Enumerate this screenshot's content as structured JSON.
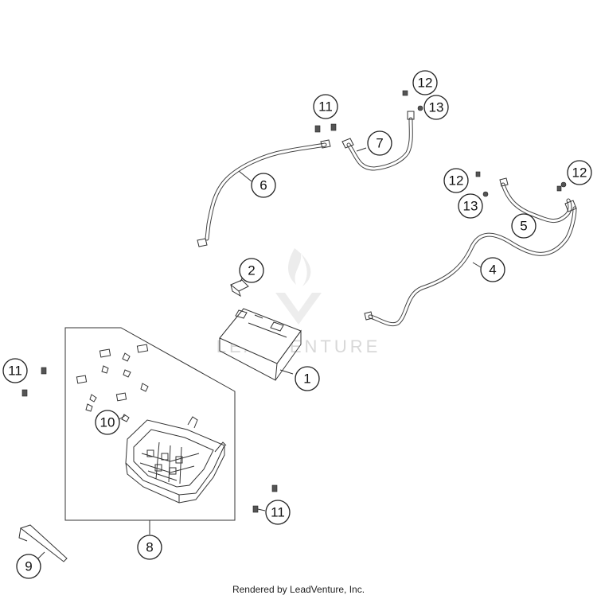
{
  "watermark": {
    "text": "LEADVENTURE"
  },
  "footer": {
    "text": "Rendered by LeadVenture, Inc."
  },
  "callouts": {
    "c1": "1",
    "c2": "2",
    "c4": "4",
    "c5": "5",
    "c6": "6",
    "c7": "7",
    "c8": "8",
    "c9": "9",
    "c10": "10",
    "c11a": "11",
    "c11b": "11",
    "c11c": "11",
    "c12a": "12",
    "c12b": "12",
    "c12c": "12",
    "c13a": "13",
    "c13b": "13"
  }
}
